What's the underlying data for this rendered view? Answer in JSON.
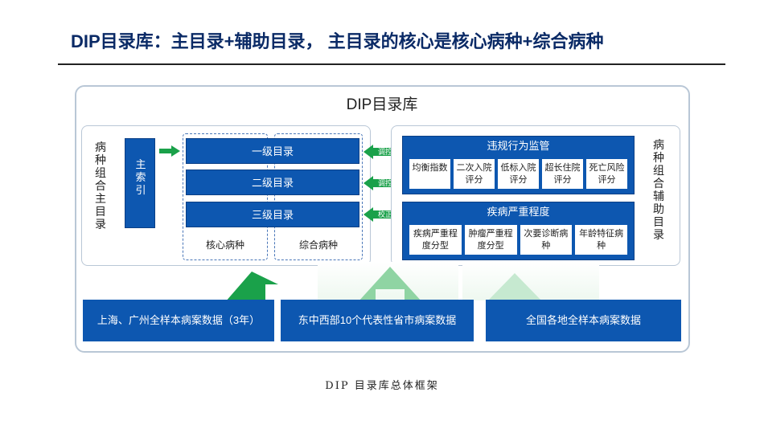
{
  "title": "DIP目录库：主目录+辅助目录， 主目录的核心是核心病种+综合病种",
  "frame_title": "DIP目录库",
  "left_panel": {
    "side_label": "病种组合主目录",
    "main_index": "主索引",
    "levels": [
      "一级目录",
      "二级目录",
      "三级目录"
    ],
    "core_label": "核心病种",
    "comprehensive_label": "综合病种"
  },
  "connectors": [
    "调控",
    "调控",
    "校正"
  ],
  "right_panel": {
    "side_label": "病种组合辅助目录",
    "top_box": {
      "title": "违规行为监管",
      "items": [
        "均衡指数",
        "二次入院评分",
        "低标入院评分",
        "超长住院评分",
        "死亡风险评分"
      ]
    },
    "bottom_box": {
      "title": "疾病严重程度",
      "items": [
        "疾病严重程度分型",
        "肿瘤严重程度分型",
        "次要诊断病种",
        "年龄特征病种"
      ]
    }
  },
  "data_sources": [
    "上海、广州全样本病案数据（3年）",
    "东中西部10个代表性省市病案数据",
    "全国各地全样本病案数据"
  ],
  "caption": "DIP 目录库总体框架",
  "colors": {
    "box_blue": "#0d57b0",
    "arrow_green": "#1aa14a",
    "title_navy": "#0a2a66"
  }
}
